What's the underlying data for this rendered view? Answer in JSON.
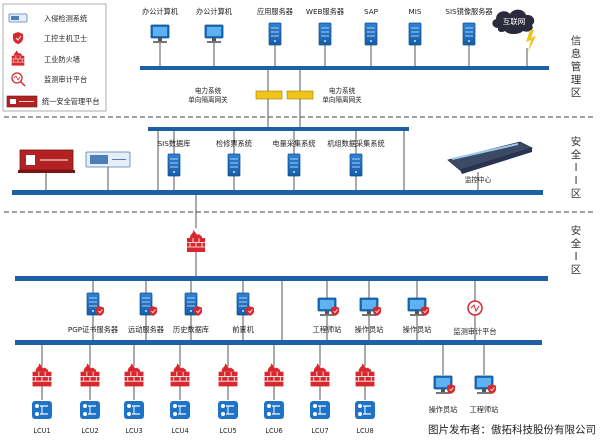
{
  "legend": [
    {
      "label": "入侵检测系统",
      "icon": "ids-device-icon"
    },
    {
      "label": "工控主机卫士",
      "icon": "shield-icon"
    },
    {
      "label": "工业防火墙",
      "icon": "firewall-icon"
    },
    {
      "label": "监测审计平台",
      "icon": "audit-icon"
    },
    {
      "label": "统一安全管理平台",
      "icon": "management-platform-icon"
    }
  ],
  "zones": {
    "info_mgmt": "信息管理区",
    "safety_ii": "安全II区",
    "safety_i": "安全I区"
  },
  "info_zone": {
    "nodes": [
      "办公计算机",
      "办公计算机",
      "应用服务器",
      "WEB服务器",
      "SAP",
      "MIS",
      "SIS镜像服务器"
    ],
    "internet": "互联网",
    "gateways": [
      "电力系统\n单向隔离网关",
      "电力系统\n单向隔离网关"
    ]
  },
  "zone2": {
    "servers": [
      "SIS数据库",
      "检修票系统",
      "电量采集系统",
      "机组数据采集系统"
    ],
    "monitor_center": "监控中心"
  },
  "zone1": {
    "servers": [
      "PGP证书服务器",
      "远动服务器",
      "历史数据库",
      "前置机"
    ],
    "stations": [
      "工程师站",
      "操作员站",
      "操作员站"
    ],
    "audit": "监测审计平台",
    "lcus": [
      "LCU1",
      "LCU2",
      "LCU3",
      "LCU4",
      "LCU5",
      "LCU6",
      "LCU7",
      "LCU8"
    ],
    "bottom_stations": [
      "操作员站",
      "工程师站"
    ]
  },
  "watermark": "图片发布者：傲拓科技股份有限公司",
  "colors": {
    "bus": "#1f5fa6",
    "firewall": "#d8282e",
    "cloud": "#2b2b3b",
    "accent": "#1f73c6"
  }
}
